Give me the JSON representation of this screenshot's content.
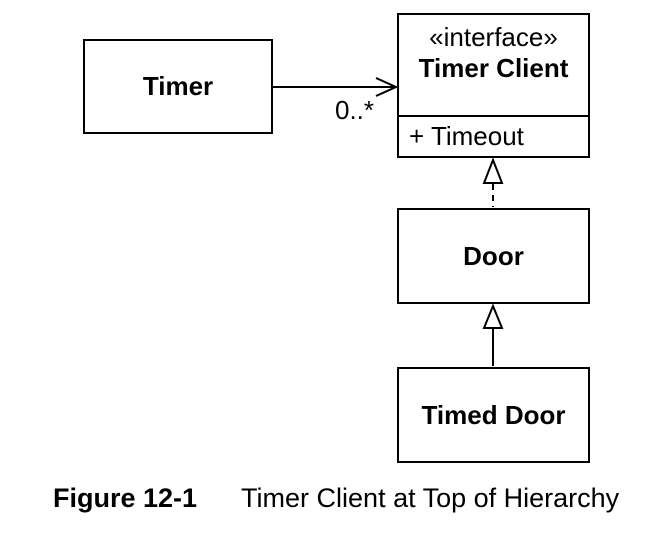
{
  "colors": {
    "line": "#000000",
    "background": "#ffffff",
    "text": "#000000"
  },
  "diagram": {
    "timer": {
      "name": "Timer"
    },
    "timer_client": {
      "stereotype": "«interface»",
      "name": "Timer Client",
      "operation": "+ Timeout"
    },
    "door": {
      "name": "Door"
    },
    "timed_door": {
      "name": "Timed Door"
    },
    "association": {
      "from": "Timer",
      "to": "Timer Client",
      "multiplicity": "0..*"
    },
    "realization": {
      "from": "Door",
      "to": "Timer Client"
    },
    "generalization": {
      "from": "Timed Door",
      "to": "Door"
    }
  },
  "caption": {
    "label": "Figure 12-1",
    "title": "Timer Client at Top of Hierarchy"
  }
}
